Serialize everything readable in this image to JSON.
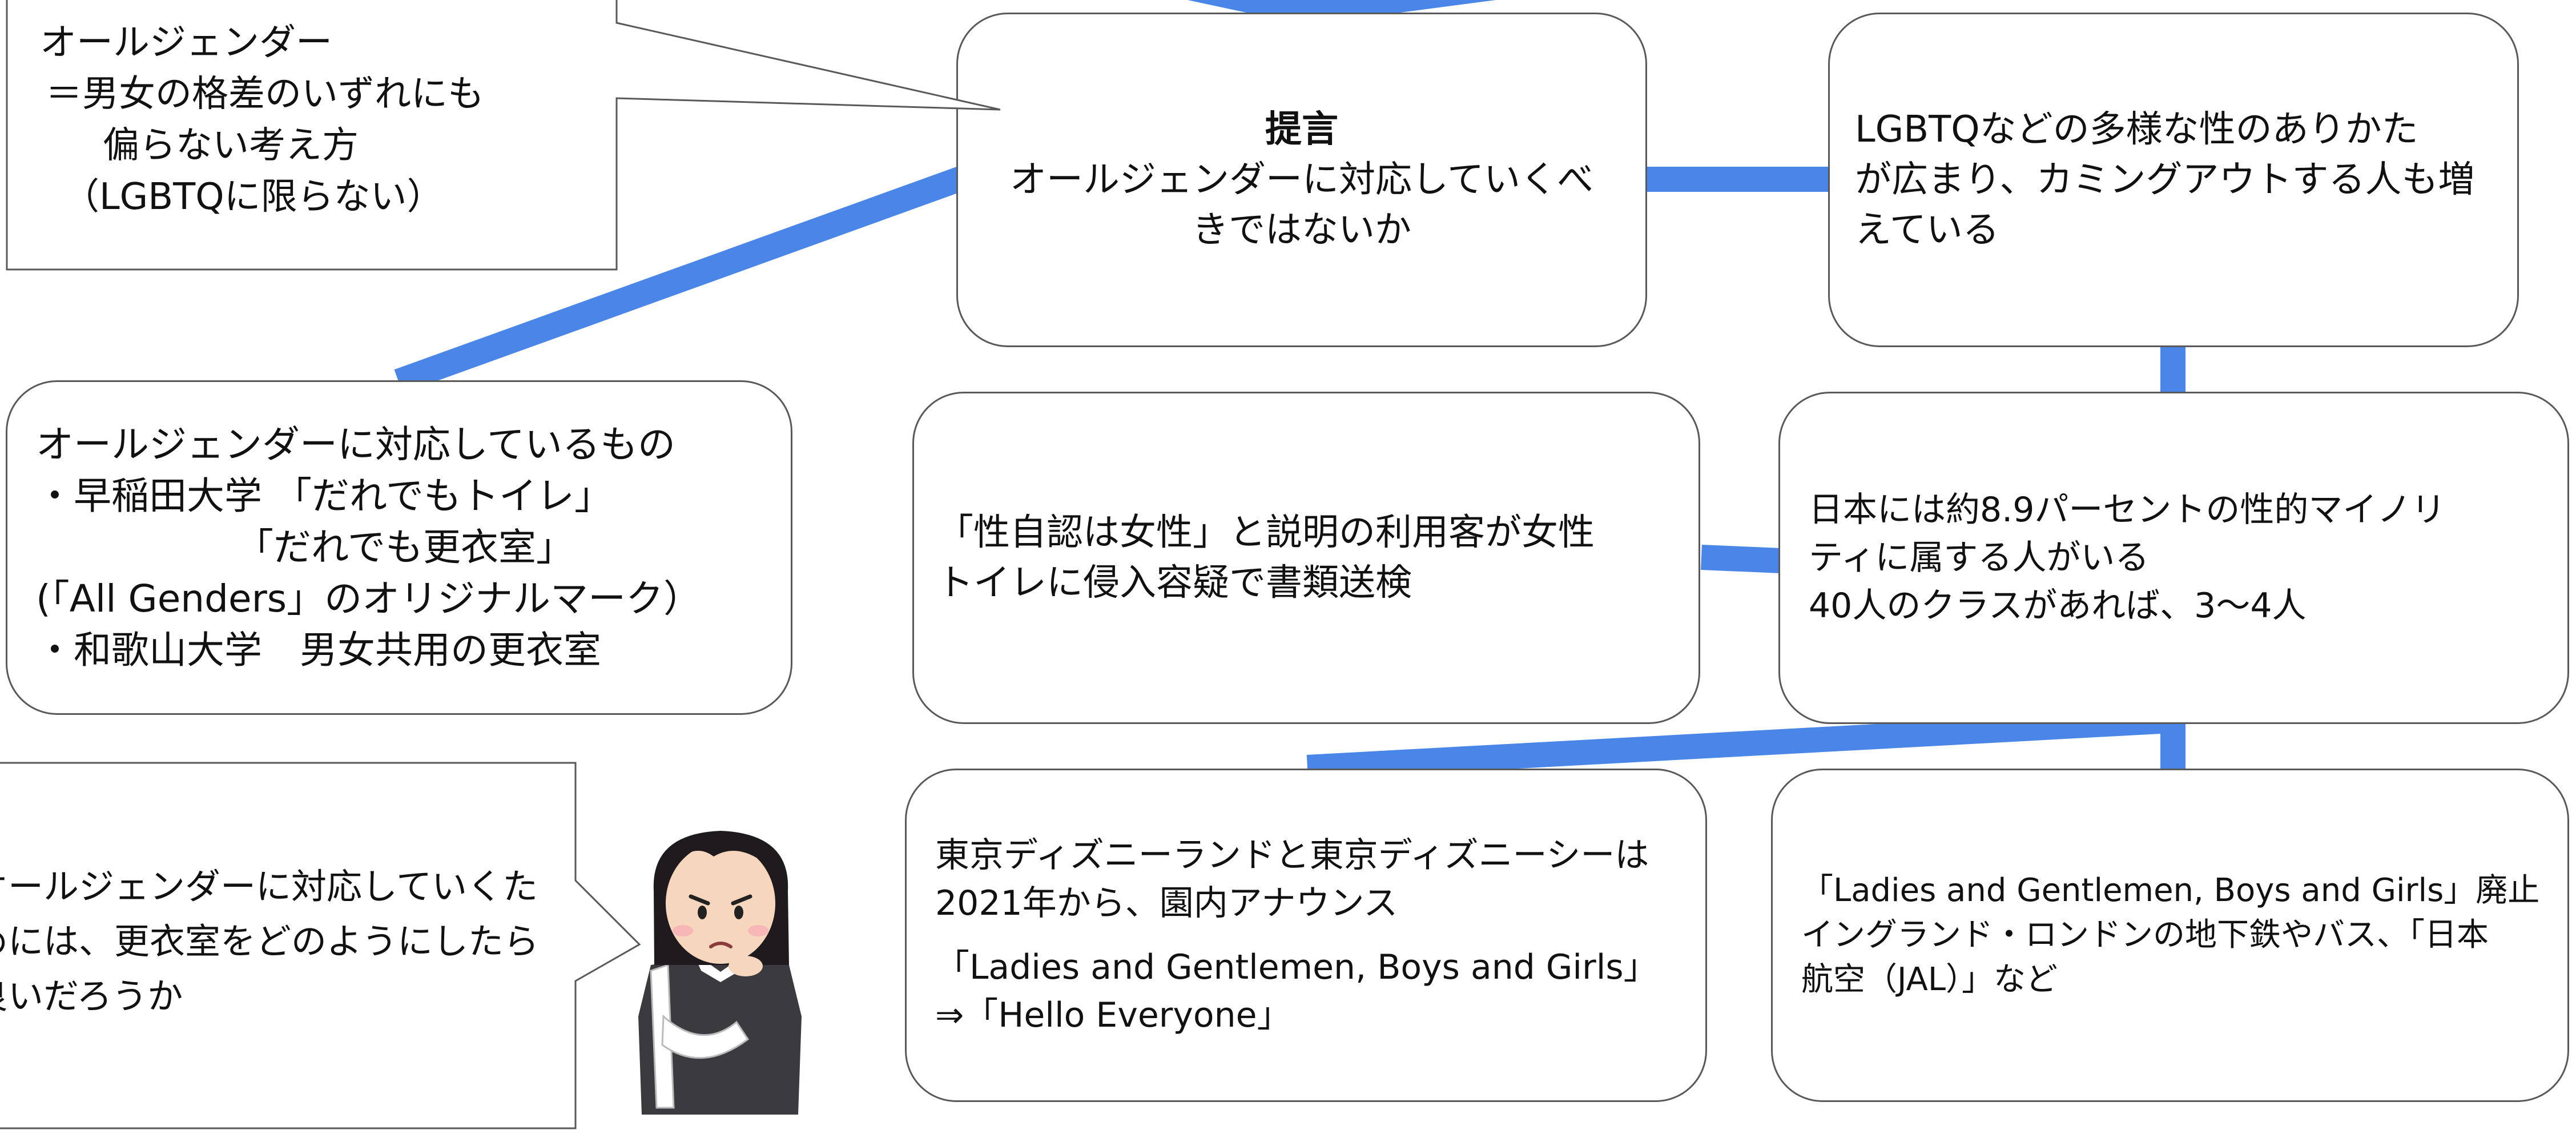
{
  "colors": {
    "connector": "#4a86e8",
    "box_border": "#595959",
    "text": "#111111"
  },
  "nodes": {
    "proposal": {
      "title": "提言",
      "lines": [
        "オールジェンダーに対応していくべ",
        "きではないか"
      ]
    },
    "diversity": {
      "lines": [
        "LGBTQなどの多様な性のありかた",
        "が広まり、カミングアウトする人も増",
        "えている"
      ]
    },
    "statistics": {
      "lines": [
        "日本には約8.9パーセントの性的マイノリ",
        "ティに属する人がいる",
        "40人のクラスがあれば、3〜4人"
      ]
    },
    "incident": {
      "lines": [
        "「性自認は女性」と説明の利用客が女性",
        "トイレに侵入容疑で書類送検"
      ]
    },
    "examples": {
      "lines": [
        "オールジェンダーに対応しているもの",
        "・早稲田大学 「だれでもトイレ」",
        "「だれでも更衣室」",
        "(「All Genders」のオリジナルマーク）",
        "・和歌山大学　男女共用の更衣室"
      ]
    },
    "disney": {
      "lines": [
        "東京ディズニーランドと東京ディズニーシーは",
        "2021年から、園内アナウンス",
        "「Ladies and Gentlemen, Boys and Girls」",
        "⇒「Hello Everyone」"
      ]
    },
    "abroad": {
      "lines": [
        "「Ladies and Gentlemen, Boys and Girls」廃止",
        "イングランド・ロンドンの地下鉄やバス、「日本",
        "航空（JAL）」など"
      ]
    }
  },
  "callouts": {
    "definition": {
      "lines": [
        "オールジェンダー",
        "＝男女の格差のいずれにも",
        "偏らない考え方",
        "（LGBTQに限らない）"
      ]
    },
    "question": {
      "lines": [
        "オールジェンダーに対応していくた",
        "めには、更衣室をどのようにしたら",
        "良いだろうか"
      ]
    }
  },
  "icons": {
    "character": "worried-woman-icon"
  }
}
